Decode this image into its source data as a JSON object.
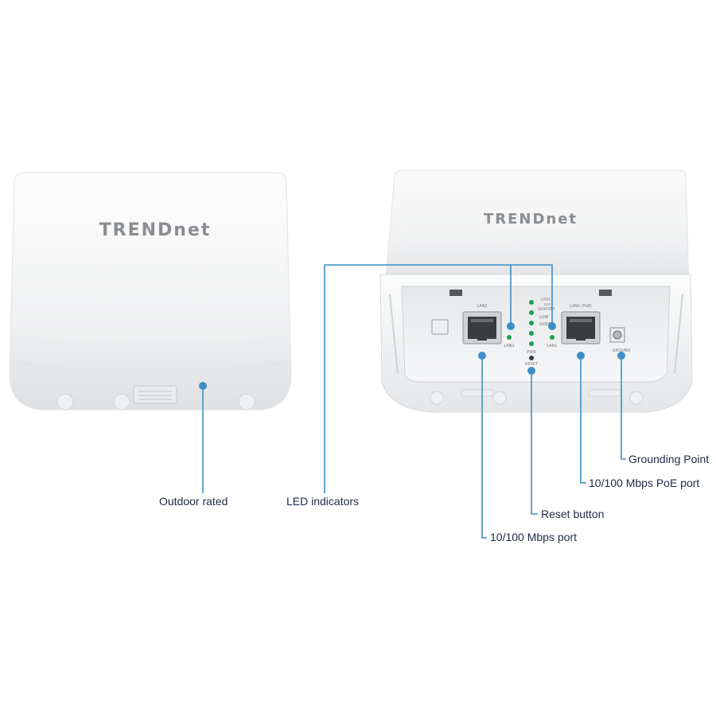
{
  "left_device": {
    "brand": "TRENDnet"
  },
  "right_device": {
    "brand": "TRENDnet",
    "port_labels": {
      "lan2": "LAN2",
      "lan1": "LAN1 (PoE)",
      "ground": "GROUND"
    },
    "led_labels": [
      "LINK",
      "QUALITY",
      "LOW",
      "GOOD"
    ],
    "led_row_labels": {
      "lan2": "LAN2",
      "pwr": "PWR",
      "lan1": "LAN1"
    },
    "reset_label": "RESET"
  },
  "callouts": {
    "outdoor": "Outdoor rated",
    "led": "LED indicators",
    "grounding": "Grounding Point",
    "poe_port": "10/100 Mbps PoE port",
    "reset": "Reset button",
    "port": "10/100 Mbps port"
  },
  "colors": {
    "callout_line": "#3c8fc6",
    "callout_dot": "#3c8fc6",
    "led_green": "#17a34a",
    "device_body": "#f3f4f5",
    "logo": "#8b8d90"
  }
}
